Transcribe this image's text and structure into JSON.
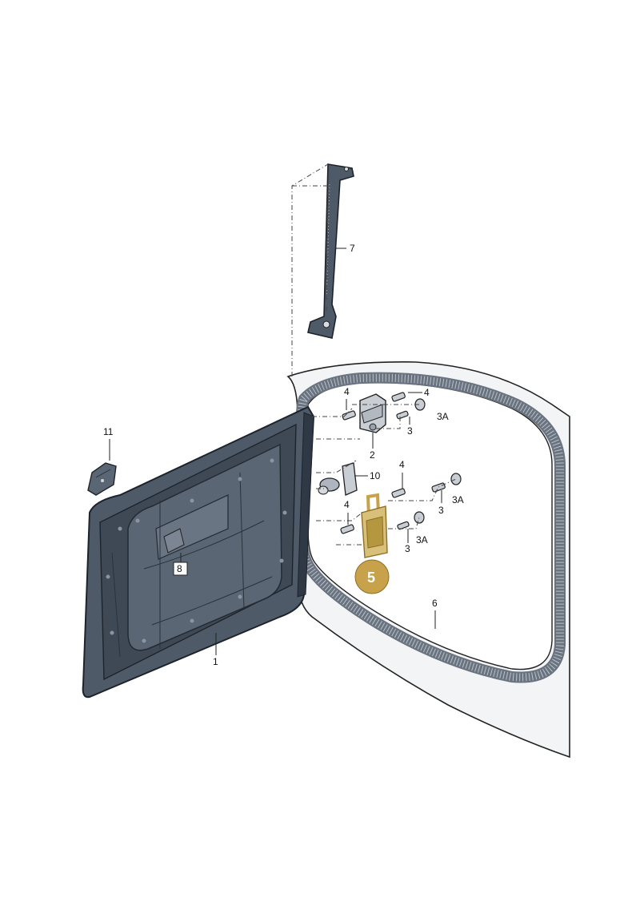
{
  "diagram": {
    "callouts": {
      "c1": "1",
      "c2": "2",
      "c3a": "3",
      "c3b": "3",
      "c3c": "3",
      "c3A_a": "3A",
      "c3A_b": "3A",
      "c3A_c": "3A",
      "c4a": "4",
      "c4b": "4",
      "c4c": "4",
      "c4d": "4",
      "c5": "5",
      "c6": "6",
      "c7": "7",
      "c8": "8",
      "c10": "10",
      "c11": "11"
    },
    "colors": {
      "door": "#4f5a68",
      "door_dark": "#2f3845",
      "body": "#f1f3f5",
      "seal": "#6a7380",
      "highlight": "#c8a24a",
      "highlight_dark": "#8e6f22"
    }
  }
}
